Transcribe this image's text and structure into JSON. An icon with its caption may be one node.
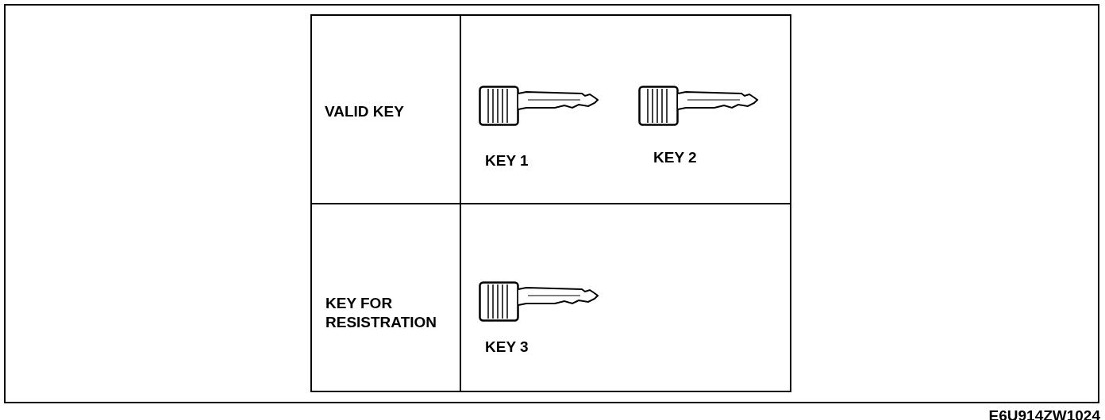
{
  "diagram": {
    "labels": [
      "VALID KEY",
      "KEY 1",
      "KEY 2",
      "KEY FOR RESISTRATION",
      "KEY 3",
      "E6U914ZW1024"
    ]
  }
}
